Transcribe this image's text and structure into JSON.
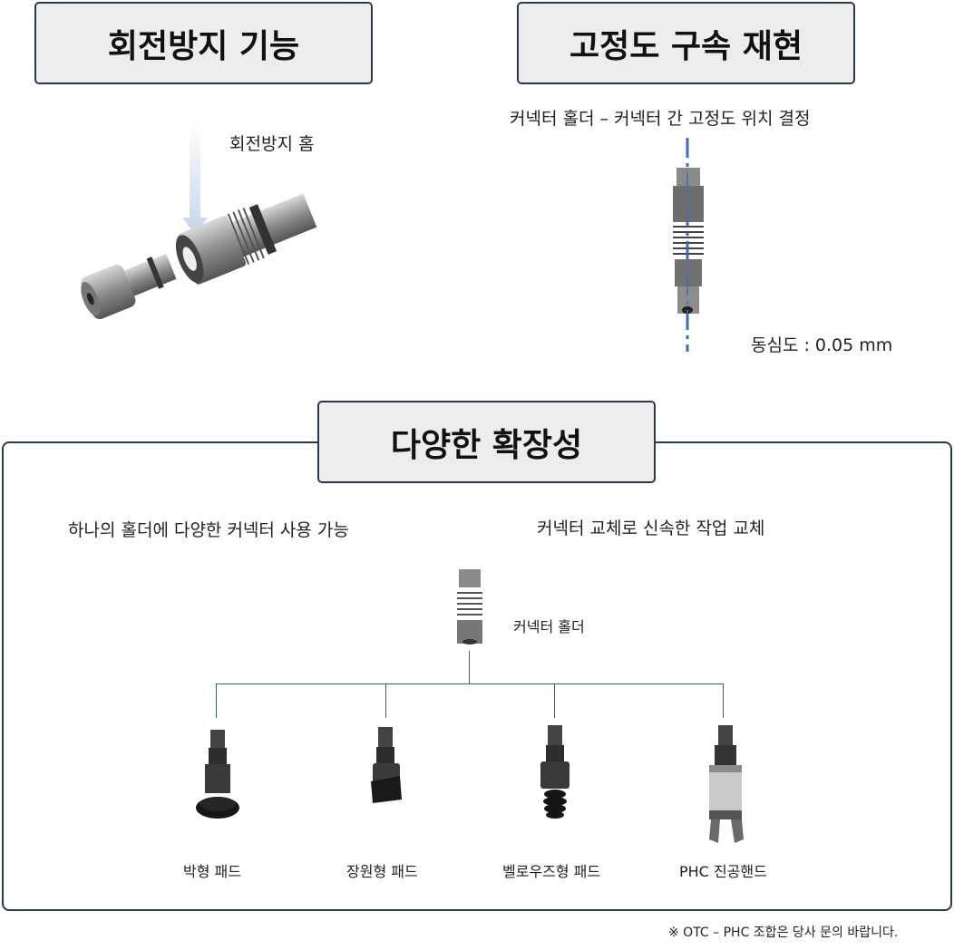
{
  "top_left": {
    "title": "회전방지 기능",
    "groove_label": "회전방지 홈"
  },
  "top_right": {
    "title": "고정도 구속 재현",
    "subtitle": "커넥터 홀더 – 커넥터 간 고정도 위치 결정",
    "concentricity": "동심도 : 0.05 mm"
  },
  "bottom": {
    "title": "다양한 확장성",
    "left_caption": "하나의 홀더에 다양한 커넥터 사용 가능",
    "right_caption": "커넥터 교체로 신속한 작업 교체",
    "holder_label": "커넥터 홀더",
    "connectors": [
      {
        "label": "박형 패드"
      },
      {
        "label": "장원형 패드"
      },
      {
        "label": "벨로우즈형 패드"
      },
      {
        "label": "PHC 진공핸드"
      }
    ],
    "note": "※ OTC – PHC 조합은 당사 문의 바랍니다."
  }
}
